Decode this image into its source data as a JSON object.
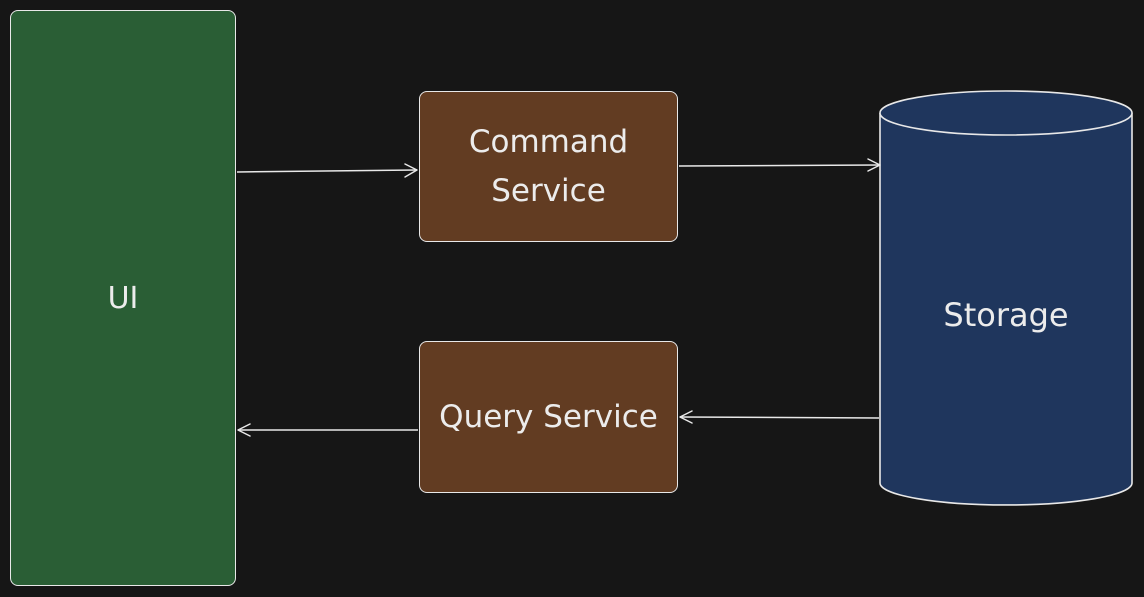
{
  "nodes": {
    "ui": {
      "label": "UI",
      "fill": "#2a5e35"
    },
    "command_service": {
      "label": "Command Service",
      "fill": "#623c22"
    },
    "query_service": {
      "label": "Query Service",
      "fill": "#623c22"
    },
    "storage": {
      "label": "Storage",
      "fill": "#1f365d"
    }
  },
  "edges": [
    {
      "from": "UI",
      "to": "Command Service"
    },
    {
      "from": "Command Service",
      "to": "Storage"
    },
    {
      "from": "Storage",
      "to": "Query Service"
    },
    {
      "from": "Query Service",
      "to": "UI"
    }
  ],
  "colors": {
    "background": "#161616",
    "stroke": "#e8e8e8",
    "text": "#ececec"
  }
}
